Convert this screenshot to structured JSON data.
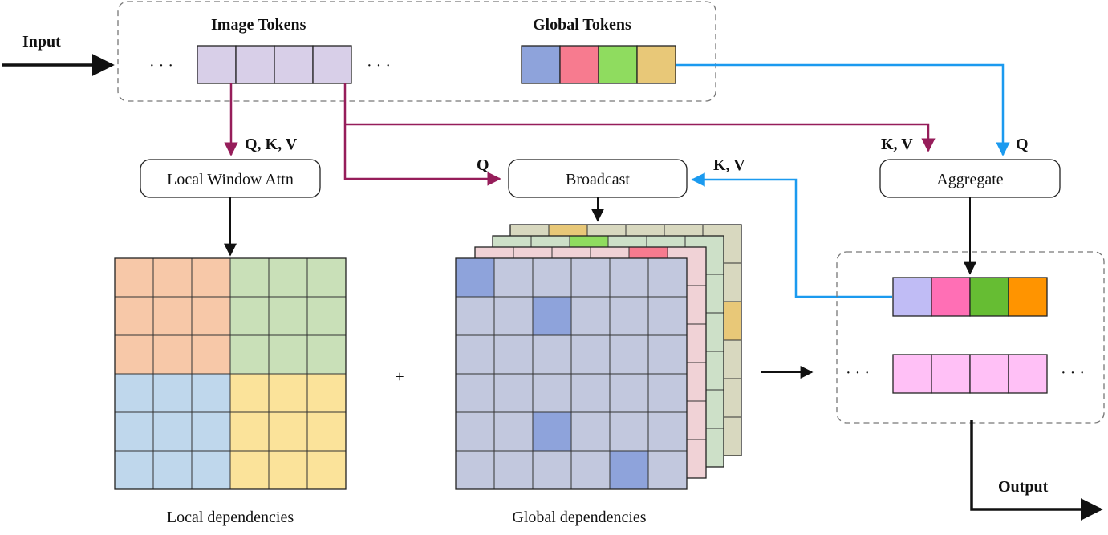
{
  "labels": {
    "input": "Input",
    "output": "Output",
    "image_tokens": "Image Tokens",
    "global_tokens": "Global Tokens",
    "qkv": "Q, K, V",
    "kv_left": "K, V",
    "kv_right": "K, V",
    "q_left": "Q",
    "q_right": "Q",
    "local_window_attn": "Local Window Attn",
    "broadcast": "Broadcast",
    "aggregate": "Aggregate",
    "local_dependencies": "Local dependencies",
    "global_dependencies": "Global dependencies",
    "ellipsis": "· · ·",
    "plus": "+"
  },
  "colors": {
    "image_token": "#d8cfe8",
    "global_tokens": [
      "#8ea3db",
      "#f77b8f",
      "#8fdc5f",
      "#e8c878"
    ],
    "output_global_tokens": [
      "#c0bcf5",
      "#ff6fb5",
      "#66bd33",
      "#ff9400"
    ],
    "output_image_tokens": "#ffc0f6",
    "local_quadrants": [
      "#f7c8a8",
      "#c9e0b8",
      "#bfd7ec",
      "#fbe39a"
    ],
    "global_layer_base": [
      "#d8d8bf",
      "#cde0c8",
      "#f0d2d6",
      "#c2c8de"
    ],
    "global_layer_highlight": [
      "#e8c878",
      "#8fdc5f",
      "#f77b8f",
      "#8ea3db"
    ],
    "arrow_purple": "#961d5a",
    "arrow_blue": "#1b9aef"
  }
}
